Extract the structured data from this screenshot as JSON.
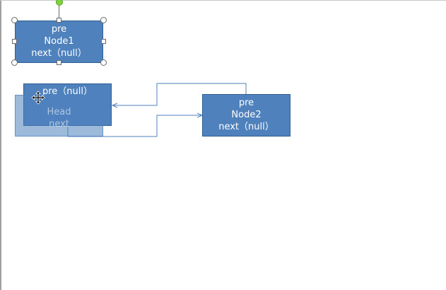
{
  "canvas": {
    "background": "#ffffff",
    "shape_fill": "#4f81bd",
    "shape_border": "#2f5f93",
    "connector_color": "#4f81bd",
    "rotation_handle_color": "#7ed43a"
  },
  "nodes": {
    "node1": {
      "pre": "pre",
      "name": "Node1",
      "next": "next（null）"
    },
    "node2": {
      "pre": "pre",
      "name": "Node2",
      "next": "next（null）"
    },
    "head": {
      "pre": "pre（null）",
      "name": "Head",
      "next": "next"
    }
  },
  "cursor": {
    "icon": "move-cursor-icon"
  }
}
